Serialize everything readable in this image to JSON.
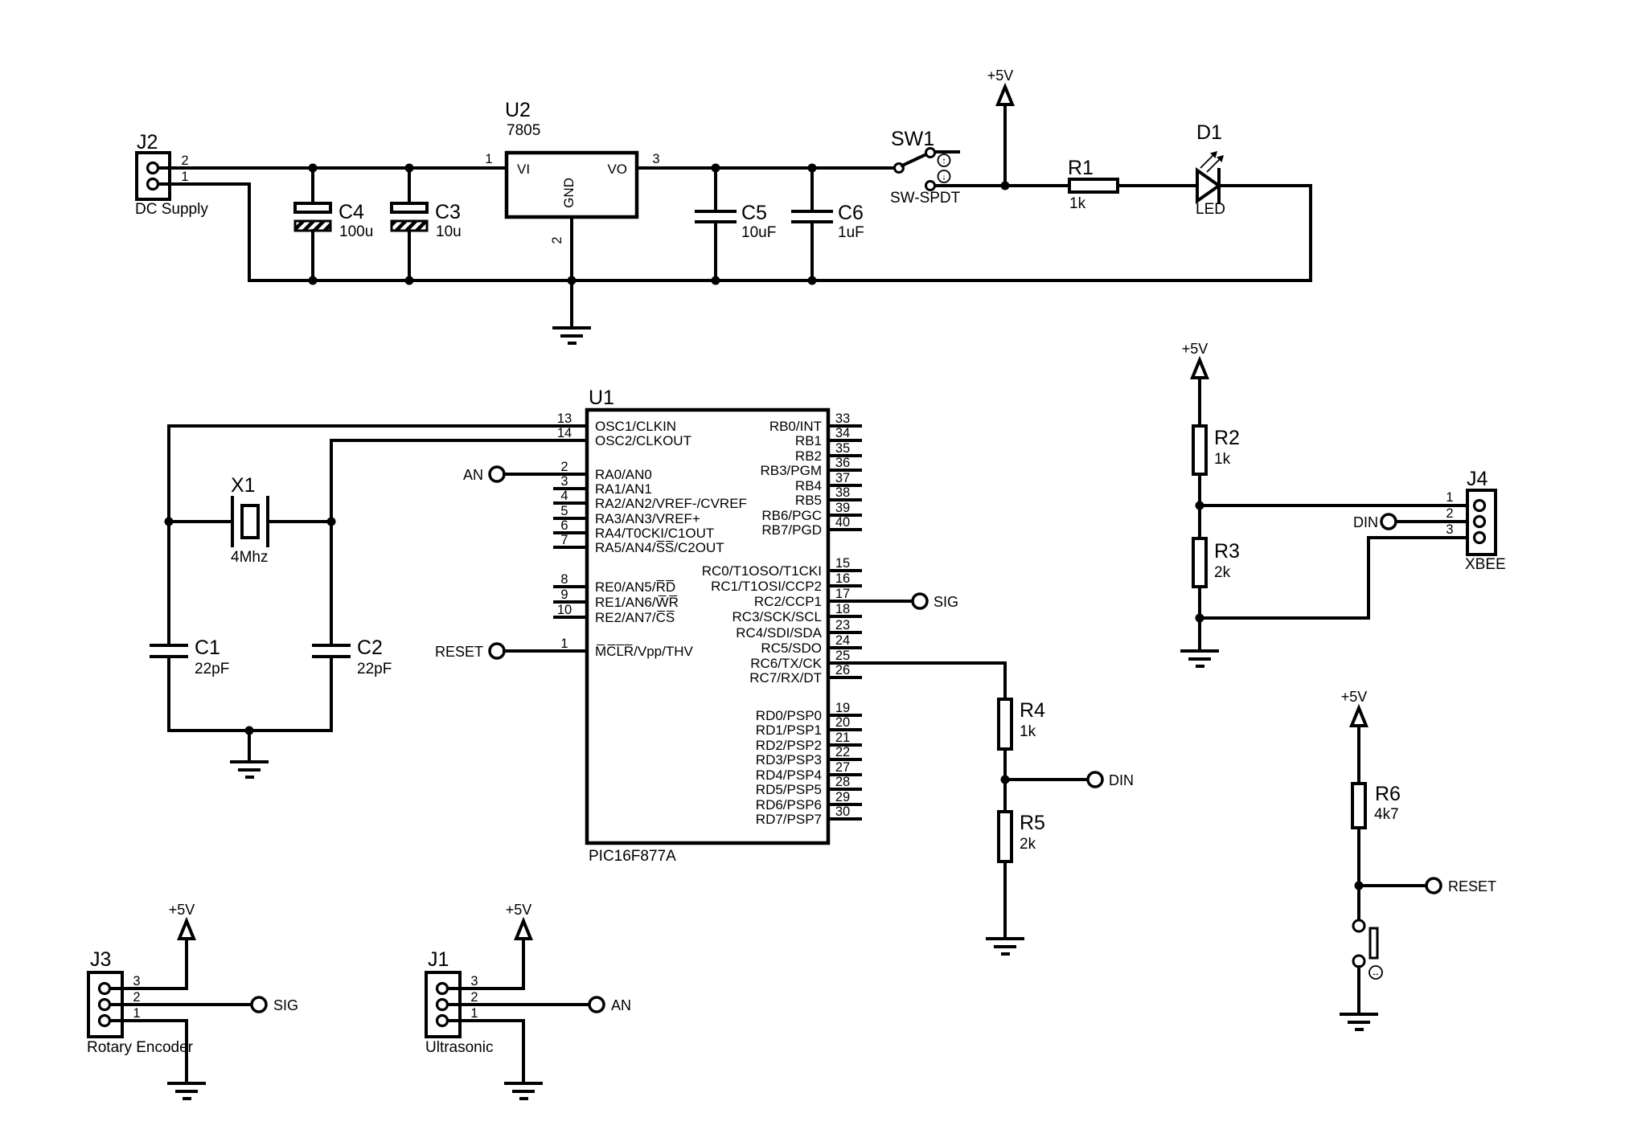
{
  "nets": {
    "vcc": "+5V",
    "sig": "SIG",
    "an": "AN",
    "din": "DIN",
    "reset": "RESET"
  },
  "connectors": {
    "j2": {
      "ref": "J2",
      "label": "DC Supply",
      "pin2": "2",
      "pin1": "1"
    },
    "j3": {
      "ref": "J3",
      "label": "Rotary Encoder",
      "pin3": "3",
      "pin2": "2",
      "pin1": "1"
    },
    "j1": {
      "ref": "J1",
      "label": "Ultrasonic",
      "pin3": "3",
      "pin2": "2",
      "pin1": "1"
    },
    "j4": {
      "ref": "J4",
      "label": "XBEE",
      "pin1": "1",
      "pin2": "2",
      "pin3": "3"
    }
  },
  "regulator": {
    "ref": "U2",
    "value": "7805",
    "vi": "VI",
    "vo": "VO",
    "gnd": "GND",
    "pin_vi": "1",
    "pin_vo": "3",
    "pin_gnd": "2"
  },
  "capacitors": {
    "c4": {
      "ref": "C4",
      "value": "100u"
    },
    "c3": {
      "ref": "C3",
      "value": "10u"
    },
    "c5": {
      "ref": "C5",
      "value": "10uF"
    },
    "c6": {
      "ref": "C6",
      "value": "1uF"
    },
    "c1": {
      "ref": "C1",
      "value": "22pF"
    },
    "c2": {
      "ref": "C2",
      "value": "22pF"
    }
  },
  "resistors": {
    "r1": {
      "ref": "R1",
      "value": "1k"
    },
    "r2": {
      "ref": "R2",
      "value": "1k"
    },
    "r3": {
      "ref": "R3",
      "value": "2k"
    },
    "r4": {
      "ref": "R4",
      "value": "1k"
    },
    "r5": {
      "ref": "R5",
      "value": "2k"
    },
    "r6": {
      "ref": "R6",
      "value": "4k7"
    }
  },
  "switch": {
    "ref": "SW1",
    "value": "SW-SPDT",
    "up": "↑",
    "down": "↓"
  },
  "diode": {
    "ref": "D1",
    "value": "LED"
  },
  "crystal": {
    "ref": "X1",
    "value": "4Mhz"
  },
  "button": {
    "symbol": "↔"
  },
  "mcu": {
    "ref": "U1",
    "part": "PIC16F877A",
    "left_pins": [
      {
        "num": "13",
        "name": "OSC1/CLKIN"
      },
      {
        "num": "14",
        "name": "OSC2/CLKOUT"
      },
      {
        "num": "2",
        "name": "RA0/AN0"
      },
      {
        "num": "3",
        "name": "RA1/AN1"
      },
      {
        "num": "4",
        "name": "RA2/AN2/VREF-/CVREF"
      },
      {
        "num": "5",
        "name": "RA3/AN3/VREF+"
      },
      {
        "num": "6",
        "name": "RA4/T0CKI/C1OUT"
      },
      {
        "num": "7",
        "name": "RA5/AN4/S̅S̅/C2OUT"
      },
      {
        "num": "8",
        "name": "RE0/AN5/R̅D̅"
      },
      {
        "num": "9",
        "name": "RE1/AN6/W̅R̅"
      },
      {
        "num": "10",
        "name": "RE2/AN7/C̅S̅"
      },
      {
        "num": "1",
        "name": "M̅C̅L̅R̅/Vpp/THV"
      }
    ],
    "right_pins": [
      {
        "num": "33",
        "name": "RB0/INT"
      },
      {
        "num": "34",
        "name": "RB1"
      },
      {
        "num": "35",
        "name": "RB2"
      },
      {
        "num": "36",
        "name": "RB3/PGM"
      },
      {
        "num": "37",
        "name": "RB4"
      },
      {
        "num": "38",
        "name": "RB5"
      },
      {
        "num": "39",
        "name": "RB6/PGC"
      },
      {
        "num": "40",
        "name": "RB7/PGD"
      },
      {
        "num": "15",
        "name": "RC0/T1OSO/T1CKI"
      },
      {
        "num": "16",
        "name": "RC1/T1OSI/CCP2"
      },
      {
        "num": "17",
        "name": "RC2/CCP1"
      },
      {
        "num": "18",
        "name": "RC3/SCK/SCL"
      },
      {
        "num": "23",
        "name": "RC4/SDI/SDA"
      },
      {
        "num": "24",
        "name": "RC5/SDO"
      },
      {
        "num": "25",
        "name": "RC6/TX/CK"
      },
      {
        "num": "26",
        "name": "RC7/RX/DT"
      },
      {
        "num": "19",
        "name": "RD0/PSP0"
      },
      {
        "num": "20",
        "name": "RD1/PSP1"
      },
      {
        "num": "21",
        "name": "RD2/PSP2"
      },
      {
        "num": "22",
        "name": "RD3/PSP3"
      },
      {
        "num": "27",
        "name": "RD4/PSP4"
      },
      {
        "num": "28",
        "name": "RD5/PSP5"
      },
      {
        "num": "29",
        "name": "RD6/PSP6"
      },
      {
        "num": "30",
        "name": "RD7/PSP7"
      }
    ]
  }
}
